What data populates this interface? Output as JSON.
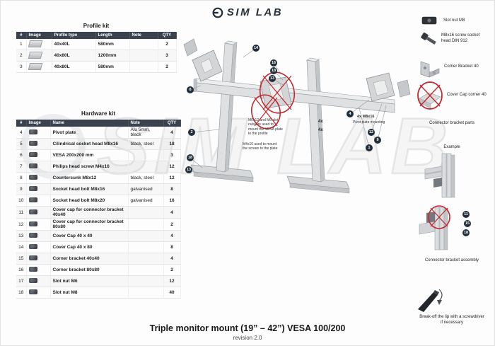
{
  "page": {
    "brand": "SIM LAB",
    "watermark": "SIM LAB",
    "title": "Triple monitor mount (19” – 42”) VESA 100/200",
    "revision": "revision 2.0"
  },
  "profile_kit": {
    "title": "Profile kit",
    "headers": [
      "#",
      "Image",
      "Profile type",
      "Length",
      "Note",
      "QTY"
    ],
    "rows": [
      {
        "num": "1",
        "type": "40x40L",
        "length": "580mm",
        "note": "",
        "qty": "2"
      },
      {
        "num": "2",
        "type": "40x80L",
        "length": "1200mm",
        "note": "",
        "qty": "3"
      },
      {
        "num": "3",
        "type": "40x80L",
        "length": "580mm",
        "note": "",
        "qty": "2"
      }
    ]
  },
  "hardware_kit": {
    "title": "Hardware kit",
    "headers": [
      "#",
      "Image",
      "Name",
      "Note",
      "QTY"
    ],
    "rows": [
      {
        "num": "4",
        "name": "Pivot plate",
        "note": "Alu 5mm, black",
        "qty": "4"
      },
      {
        "num": "5",
        "name": "Cilindrical socket head M8x16",
        "note": "black, steel",
        "qty": "18"
      },
      {
        "num": "6",
        "name": "VESA 200x200 mm",
        "note": "",
        "qty": "3"
      },
      {
        "num": "7",
        "name": "Philips head screw M4x16",
        "note": "",
        "qty": "12"
      },
      {
        "num": "8",
        "name": "Countersunk M8x12",
        "note": "black, steel",
        "qty": "12"
      },
      {
        "num": "9",
        "name": "Socket head bolt M8x16",
        "note": "galvanised",
        "qty": "8"
      },
      {
        "num": "10",
        "name": "Socket head bolt M8x20",
        "note": "galvanised",
        "qty": "16"
      },
      {
        "num": "11",
        "name": "Cover cap for connector bracket 40x40",
        "note": "",
        "qty": "4"
      },
      {
        "num": "12",
        "name": "Cover cap for connector bracket 80x80",
        "note": "",
        "qty": "2"
      },
      {
        "num": "13",
        "name": "Cover Cap 40 x 40",
        "note": "",
        "qty": "4"
      },
      {
        "num": "14",
        "name": "Cover Cap 40 x 80",
        "note": "",
        "qty": "8"
      },
      {
        "num": "15",
        "name": "Corner bracket 40x40",
        "note": "",
        "qty": "4"
      },
      {
        "num": "16",
        "name": "Corner bracket 80x80",
        "note": "",
        "qty": "2"
      },
      {
        "num": "17",
        "name": "Slot nut M6",
        "note": "",
        "qty": "12"
      },
      {
        "num": "18",
        "name": "Slot nut M8",
        "note": "",
        "qty": "40"
      }
    ]
  },
  "diagram": {
    "callouts": [
      "14",
      "16",
      "18",
      "13",
      "8",
      "2",
      "18",
      "13",
      "4",
      "12",
      "9",
      "1",
      "11",
      "15",
      "18"
    ],
    "labels": {
      "qty_a": "4x",
      "qty_b": "4x",
      "pivot_title": "4x M8x16",
      "pivot_sub": "Pivot plate mounting",
      "note_vesa": "M6x12 and M6 slot nuts are used to mount the VESA plate to the profile",
      "note_screen": "M4x16 used to mount the screen to the plate"
    }
  },
  "right_panel": {
    "items": [
      "Slot nut M8",
      "M8x16 screw socket head DIN 912",
      "Corner Bracket 40",
      "Cover Cap corner 40",
      "Connector bracket parts",
      "Example",
      "Connector bracket assembly",
      "Break-off the lip with a screwdriver if necessary"
    ]
  }
}
